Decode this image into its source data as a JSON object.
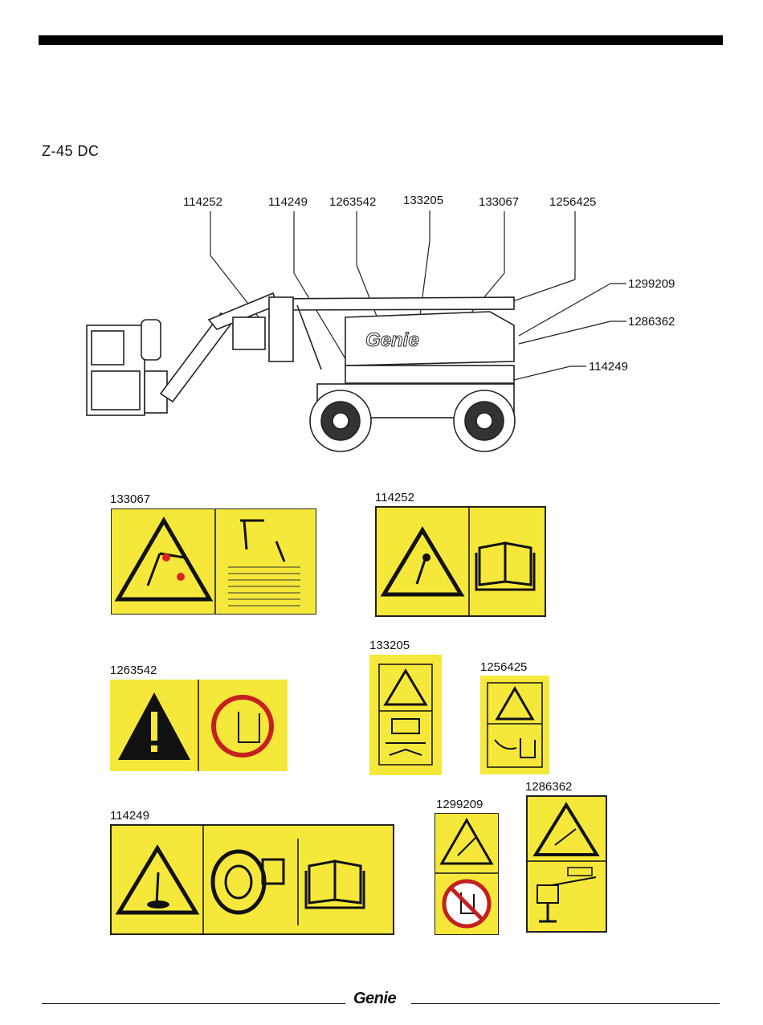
{
  "header": {
    "model": "Z-45 DC"
  },
  "callouts": {
    "top": [
      "114252",
      "114249",
      "1263542",
      "133205",
      "133067",
      "1256425"
    ],
    "right": [
      "1299209",
      "1286362",
      "114249"
    ]
  },
  "machine": {
    "brand": "Genie"
  },
  "decals": {
    "d133067": {
      "code": "133067"
    },
    "d114252": {
      "code": "114252"
    },
    "d133205": {
      "code": "133205"
    },
    "d1263542": {
      "code": "1263542"
    },
    "d1256425": {
      "code": "1256425"
    },
    "d114249": {
      "code": "114249"
    },
    "d1299209": {
      "code": "1299209"
    },
    "d1286362": {
      "code": "1286362"
    }
  },
  "footer": {
    "logo": "Genie"
  },
  "colors": {
    "decal_yellow": "#f5e83a",
    "rule": "#000000"
  },
  "icons": [
    "warning-triangle-icon",
    "manual-book-icon",
    "stop-hand-icon",
    "no-touch-icon",
    "battery-icon",
    "tire-icon"
  ]
}
